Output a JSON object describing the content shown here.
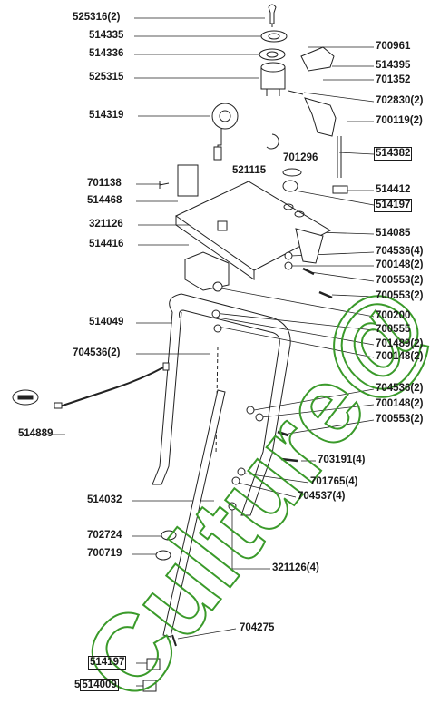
{
  "diagram": {
    "watermark_text": "Culture@",
    "accent_color": "#3a9a2a",
    "labels": {
      "l525316": "525316(2)",
      "l514335": "514335",
      "l514336": "514336",
      "l525315": "525315",
      "l514319": "514319",
      "l701296": "701296",
      "l521115": "521115",
      "l701138": "701138",
      "l514468": "514468",
      "l321126": "321126",
      "l514416": "514416",
      "l514049": "514049",
      "l704536_2a": "704536(2)",
      "l514889": "514889",
      "l514032": "514032",
      "l702724": "702724",
      "l700719": "700719",
      "l514197b": "514197",
      "l514009": "514009",
      "l700961": "700961",
      "l514395": "514395",
      "l701352": "701352",
      "l702830": "702830(2)",
      "l700119": "700119(2)",
      "l514382": "514382",
      "l514412": "514412",
      "l514197a": "514197",
      "l514085": "514085",
      "l704536_4": "704536(4)",
      "l700148_2a": "700148(2)",
      "l700553_2a": "700553(2)",
      "l700553_2b": "700553(2)",
      "l700200": "700200",
      "l700555": "700555",
      "l701489": "701489(2)",
      "l700148_2b": "700148(2)",
      "l704536_2b": "704536(2)",
      "l700148_2c": "700148(2)",
      "l700553_2c": "700553(2)",
      "l703191": "703191(4)",
      "l701765": "701765(4)",
      "l704537": "704537(4)",
      "l321126_4": "321126(4)",
      "l704275": "704275"
    }
  }
}
